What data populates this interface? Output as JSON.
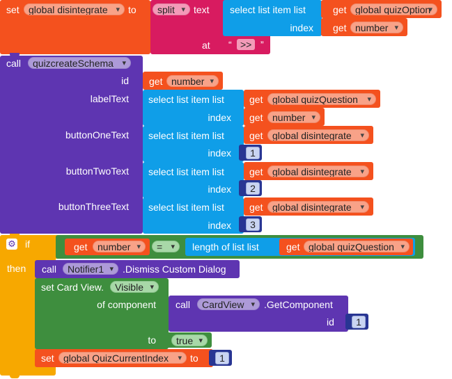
{
  "set_global": {
    "set_label": "set",
    "variable": "global disintegrate",
    "to_label": "to",
    "split": {
      "op": "split",
      "text_label": "text",
      "at_label": "at",
      "select": {
        "label": "select list item  list",
        "index_label": "index",
        "list_get": {
          "get_label": "get",
          "variable": "global quizOption"
        },
        "index_get": {
          "get_label": "get",
          "variable": "number"
        }
      },
      "at_value": {
        "open_quote": "“",
        "text": ">>",
        "close_quote": "”"
      }
    }
  },
  "call_schema": {
    "call_label": "call",
    "procedure": "quizcreateSchema",
    "params": [
      {
        "name": "id"
      },
      {
        "name": "labelText"
      },
      {
        "name": "buttonOneText"
      },
      {
        "name": "buttonTwoText"
      },
      {
        "name": "buttonThreeText"
      }
    ],
    "id_get": {
      "get_label": "get",
      "variable": "number"
    },
    "select_label": "select list item  list",
    "index_label": "index",
    "label_select": {
      "list_var": "global quizQuestion",
      "index_var": "number"
    },
    "button_selects": [
      {
        "list_var": "global disintegrate",
        "index": "1"
      },
      {
        "list_var": "global disintegrate",
        "index": "2"
      },
      {
        "list_var": "global disintegrate",
        "index": "3"
      }
    ],
    "get_label": "get"
  },
  "if_block": {
    "if_label": "if",
    "then_label": "then",
    "compare": {
      "get_label": "get",
      "variable": "number",
      "operator": "=",
      "length_label": "length of list  list",
      "list_get_label": "get",
      "list_var": "global quizQuestion"
    },
    "dismiss": {
      "call_label": "call",
      "component": "Notifier1",
      "method": ".Dismiss Custom Dialog"
    },
    "set_card": {
      "set_label": "set Card View.",
      "property": "Visible",
      "of_component_label": "of component",
      "call_label": "call",
      "component": "CardView",
      "method": ".GetComponent",
      "id_label": "id",
      "id_value": "1",
      "to_label": "to",
      "to_value": "true"
    },
    "set_index": {
      "set_label": "set",
      "variable": "global QuizCurrentIndex",
      "to_label": "to",
      "value": "1"
    }
  },
  "colors": {
    "variables": "#f4511e",
    "text": "#d81b60",
    "lists": "#0f9ee8",
    "procedures": "#5e35b1",
    "components": "#3e8e3e",
    "control": "#f7a800",
    "math": "#283593"
  }
}
